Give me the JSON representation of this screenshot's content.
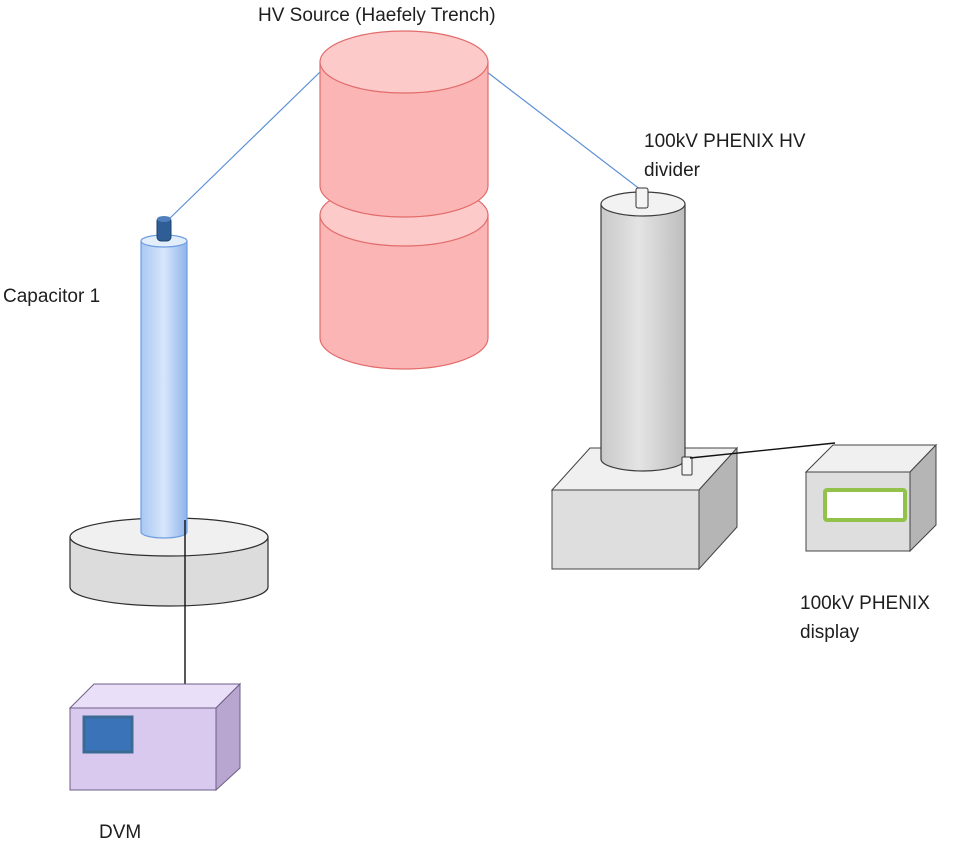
{
  "labels": {
    "hv_source": "HV Source (Haefely Trench)",
    "capacitor": "Capacitor 1",
    "divider_line1": "100kV PHENIX HV",
    "divider_line2": "divider",
    "display_line1": "100kV PHENIX",
    "display_line2": "display",
    "dvm": "DVM"
  },
  "colors": {
    "hv_source": "#fbb5b5",
    "capacitor": "#c6dcf7",
    "capacitor_cap": "#2e5e95",
    "divider": "#d6d6d6",
    "display_screen": "#92c24a",
    "dvm_box": "#d9c9ee",
    "dvm_screen": "#3b73b9",
    "hv_wire": "#5b8fd6"
  }
}
